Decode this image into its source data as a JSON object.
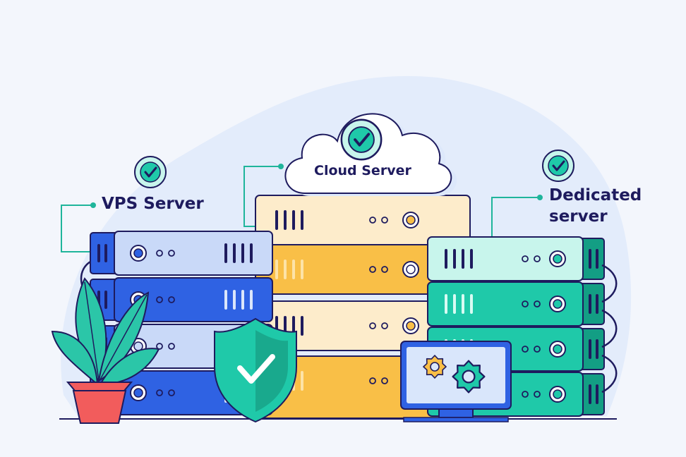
{
  "labels": {
    "vps": "VPS Server",
    "cloud": "Cloud Server",
    "dedicated_line1": "Dedicated",
    "dedicated_line2": "server"
  },
  "colors": {
    "background": "#f3f6fc",
    "blob": "#e3ecfb",
    "outline": "#1e1b5e",
    "vps_dark": "#2f62e3",
    "vps_light": "#c9d9f8",
    "cloud_dark": "#f9bf47",
    "cloud_light": "#fdeccb",
    "dedicated_dark": "#1fc9a9",
    "dedicated_light": "#c8f5ec",
    "shield": "#1fc9a9",
    "connector": "#1fb59b",
    "plant_leaf": "#2bc6a8",
    "pot": "#f25c5c",
    "monitor_screen": "#d9e6fb",
    "gear": "#f9bf47"
  },
  "icons": [
    "check-badge-icon",
    "shield-check-icon",
    "cloud-icon",
    "gear-icon",
    "plant-icon",
    "monitor-icon"
  ]
}
